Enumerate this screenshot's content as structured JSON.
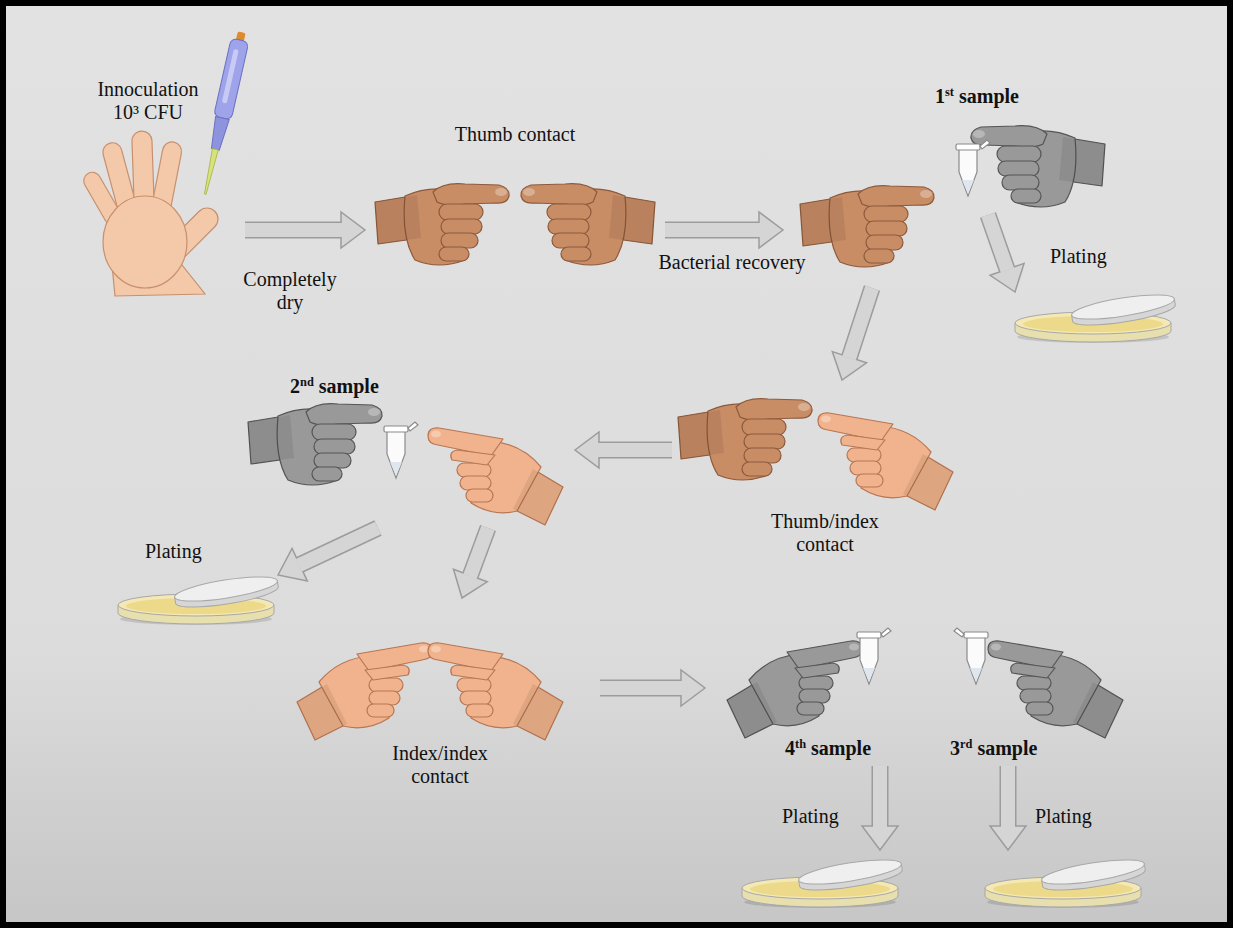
{
  "diagram": {
    "nodes": [
      {
        "text": [
          "Innoculation 10³ CFU"
        ]
      },
      {
        "text": [
          "Thumb contact"
        ]
      },
      {
        "text": [
          "1st sample"
        ]
      },
      {
        "text": [
          "Plating"
        ]
      },
      {
        "text": [
          "2nd sample"
        ]
      },
      {
        "text": [
          "Thumb/index contact"
        ]
      },
      {
        "text": [
          "Plating"
        ]
      },
      {
        "text": [
          "Index/index contact"
        ]
      },
      {
        "text": [
          "4th sample"
        ]
      },
      {
        "text": [
          "3rd sample"
        ]
      },
      {
        "text": [
          "Plating"
        ]
      },
      {
        "text": [
          "Plating"
        ]
      }
    ],
    "edges": [
      {
        "from": 0,
        "to": 1,
        "label": "Completely dry",
        "arrow": "to"
      },
      {
        "from": 1,
        "to": 5,
        "label": "Bacterial recovery",
        "arrow": "to"
      },
      {
        "from": 2,
        "to": 3,
        "arrow": "to"
      },
      {
        "from": 5,
        "to": 4,
        "arrow": "to"
      },
      {
        "from": 4,
        "to": 6,
        "arrow": "to"
      },
      {
        "from": 4,
        "to": 7,
        "arrow": "to"
      },
      {
        "from": 7,
        "to": 8,
        "arrow": "to"
      },
      {
        "from": 8,
        "to": 10,
        "arrow": "to"
      },
      {
        "from": 9,
        "to": 11,
        "arrow": "to"
      }
    ]
  }
}
